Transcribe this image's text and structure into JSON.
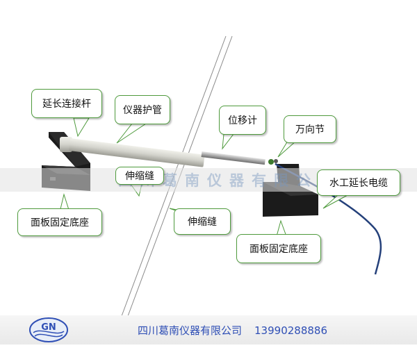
{
  "labels": {
    "extension_rod": "延长连接杆",
    "instrument_tube": "仪器护管",
    "displacement_meter": "位移计",
    "universal_joint": "万向节",
    "underwater_cable": "水工延长电缆",
    "expansion_joint_upper": "伸缩缝",
    "expansion_joint_lower": "伸缩缝",
    "base_left": "面板固定底座",
    "base_right": "面板固定底座"
  },
  "watermark": {
    "text": "四川葛南仪器有限公司"
  },
  "footer": {
    "company": "四川葛南仪器有限公司",
    "phone": "13990288886"
  },
  "logo": {
    "letters": "GN"
  },
  "colors": {
    "callout_border": "#4e9a3c",
    "cable": "#24407a",
    "footer_text": "#2f4fb5",
    "bracket": "#1b1b1b",
    "tube": "#d3d3cc"
  }
}
